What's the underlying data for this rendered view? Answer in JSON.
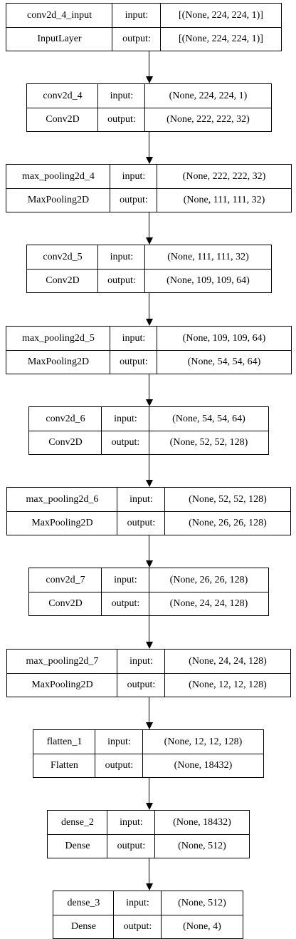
{
  "layers": [
    {
      "name": "conv2d_4_input",
      "type": "InputLayer",
      "input_label": "input:",
      "output_label": "output:",
      "input_shape": "[(None, 224, 224, 1)]",
      "output_shape": "[(None, 224, 224, 1)]"
    },
    {
      "name": "conv2d_4",
      "type": "Conv2D",
      "input_label": "input:",
      "output_label": "output:",
      "input_shape": "(None, 224, 224, 1)",
      "output_shape": "(None, 222, 222, 32)"
    },
    {
      "name": "max_pooling2d_4",
      "type": "MaxPooling2D",
      "input_label": "input:",
      "output_label": "output:",
      "input_shape": "(None, 222, 222, 32)",
      "output_shape": "(None, 111, 111, 32)"
    },
    {
      "name": "conv2d_5",
      "type": "Conv2D",
      "input_label": "input:",
      "output_label": "output:",
      "input_shape": "(None, 111, 111, 32)",
      "output_shape": "(None, 109, 109, 64)"
    },
    {
      "name": "max_pooling2d_5",
      "type": "MaxPooling2D",
      "input_label": "input:",
      "output_label": "output:",
      "input_shape": "(None, 109, 109, 64)",
      "output_shape": "(None, 54, 54, 64)"
    },
    {
      "name": "conv2d_6",
      "type": "Conv2D",
      "input_label": "input:",
      "output_label": "output:",
      "input_shape": "(None, 54, 54, 64)",
      "output_shape": "(None, 52, 52, 128)"
    },
    {
      "name": "max_pooling2d_6",
      "type": "MaxPooling2D",
      "input_label": "input:",
      "output_label": "output:",
      "input_shape": "(None, 52, 52, 128)",
      "output_shape": "(None, 26, 26, 128)"
    },
    {
      "name": "conv2d_7",
      "type": "Conv2D",
      "input_label": "input:",
      "output_label": "output:",
      "input_shape": "(None, 26, 26, 128)",
      "output_shape": "(None, 24, 24, 128)"
    },
    {
      "name": "max_pooling2d_7",
      "type": "MaxPooling2D",
      "input_label": "input:",
      "output_label": "output:",
      "input_shape": "(None, 24, 24, 128)",
      "output_shape": "(None, 12, 12, 128)"
    },
    {
      "name": "flatten_1",
      "type": "Flatten",
      "input_label": "input:",
      "output_label": "output:",
      "input_shape": "(None, 12, 12, 128)",
      "output_shape": "(None, 18432)"
    },
    {
      "name": "dense_2",
      "type": "Dense",
      "input_label": "input:",
      "output_label": "output:",
      "input_shape": "(None, 18432)",
      "output_shape": "(None, 512)"
    },
    {
      "name": "dense_3",
      "type": "Dense",
      "input_label": "input:",
      "output_label": "output:",
      "input_shape": "(None, 512)",
      "output_shape": "(None, 4)"
    }
  ]
}
